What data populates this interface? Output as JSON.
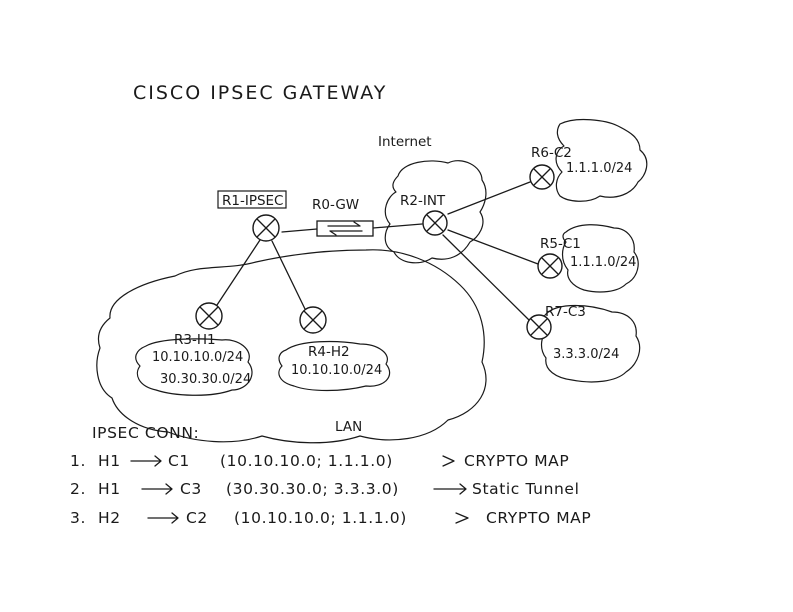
{
  "title": "CISCO IPSEC GATEWAY",
  "internet_label": "Internet",
  "lan_label": "LAN",
  "devices": {
    "r1": {
      "label": "R1-IPSEC",
      "icon": "router-icon"
    },
    "r0": {
      "label": "R0-GW",
      "icon": "firewall-icon"
    },
    "r2": {
      "label": "R2-INT",
      "icon": "router-icon"
    },
    "r3": {
      "label": "R3-H1",
      "networks": [
        "10.10.10.0/24",
        "30.30.30.0/24"
      ],
      "icon": "router-icon"
    },
    "r4": {
      "label": "R4-H2",
      "networks": [
        "10.10.10.0/24"
      ],
      "icon": "router-icon"
    },
    "r6": {
      "label": "R6-C2",
      "networks": [
        "1.1.1.0/24"
      ],
      "icon": "router-icon"
    },
    "r5": {
      "label": "R5-C1",
      "networks": [
        "1.1.1.0/24"
      ],
      "icon": "router-icon"
    },
    "r7": {
      "label": "R7-C3",
      "networks": [
        "3.3.3.0/24"
      ],
      "icon": "router-icon"
    }
  },
  "ipsec": {
    "heading": "IPSEC CONN:",
    "rules": [
      {
        "num": "1.",
        "src": "H1",
        "dst": "C1",
        "nets": "(10.10.10.0; 1.1.1.0)",
        "method": "CRYPTO MAP"
      },
      {
        "num": "2.",
        "src": "H1",
        "dst": "C3",
        "nets": "(30.30.30.0; 3.3.3.0)",
        "method": "Static Tunnel"
      },
      {
        "num": "3.",
        "src": "H2",
        "dst": "C2",
        "nets": "(10.10.10.0; 1.1.1.0)",
        "method": "CRYPTO MAP"
      }
    ]
  }
}
